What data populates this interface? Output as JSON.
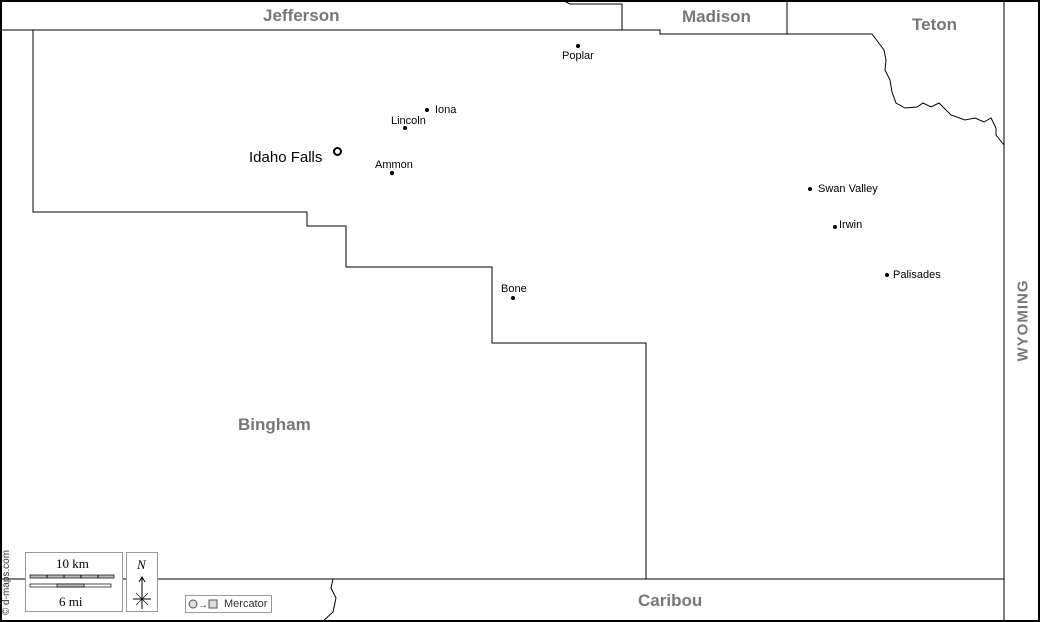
{
  "neighbors": {
    "jefferson": "Jefferson",
    "madison": "Madison",
    "teton": "Teton",
    "bingham": "Bingham",
    "caribou": "Caribou",
    "wyoming": "WYOMING"
  },
  "cities": {
    "idaho_falls": "Idaho Falls",
    "poplar": "Poplar",
    "iona": "Iona",
    "lincoln": "Lincoln",
    "ammon": "Ammon",
    "swan_valley": "Swan Valley",
    "irwin": "Irwin",
    "palisades": "Palisades",
    "bone": "Bone"
  },
  "legend": {
    "scale_km": "10 km",
    "scale_mi": "6 mi",
    "north": "N",
    "projection": "Mercator",
    "credit": "© d-maps.com"
  }
}
